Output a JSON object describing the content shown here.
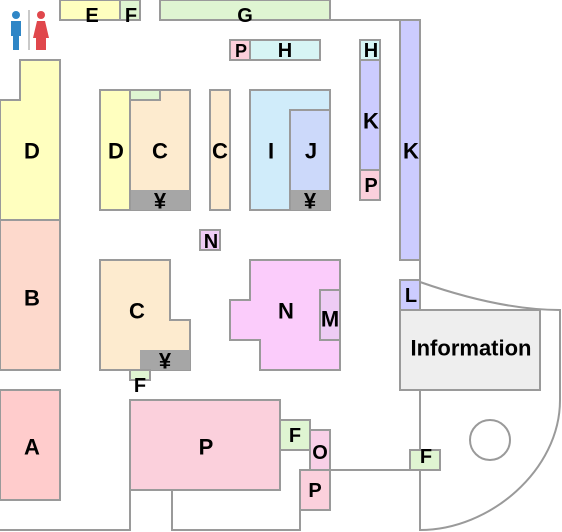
{
  "legend": {
    "colors": {
      "A": "#ffcccc",
      "B": "#fdd9cc",
      "C": "#fdebcf",
      "D": "#ffffbf",
      "E": "#ffffbf",
      "F": "#dff5d2",
      "G": "#dff5d2",
      "H": "#d7f5f5",
      "I": "#d0ecfa",
      "J": "#ccd9fa",
      "K": "#ccccff",
      "L": "#ccccff",
      "M": "#eeccf5",
      "N": "#fbccfb",
      "O": "#f9d0e8",
      "P": "#fbd0dc",
      "Information": "#eeeeee",
      "yen": "#a6a6a6"
    }
  },
  "map": {
    "restroom_icon": "restroom-icon",
    "labels": {
      "A": "A",
      "B": "B",
      "C": "C",
      "D": "D",
      "E": "E",
      "F": "F",
      "G": "G",
      "H": "H",
      "I": "I",
      "J": "J",
      "K": "K",
      "L": "L",
      "M": "M",
      "N": "N",
      "O": "O",
      "P": "P",
      "information": "Information",
      "yen": "¥"
    }
  }
}
